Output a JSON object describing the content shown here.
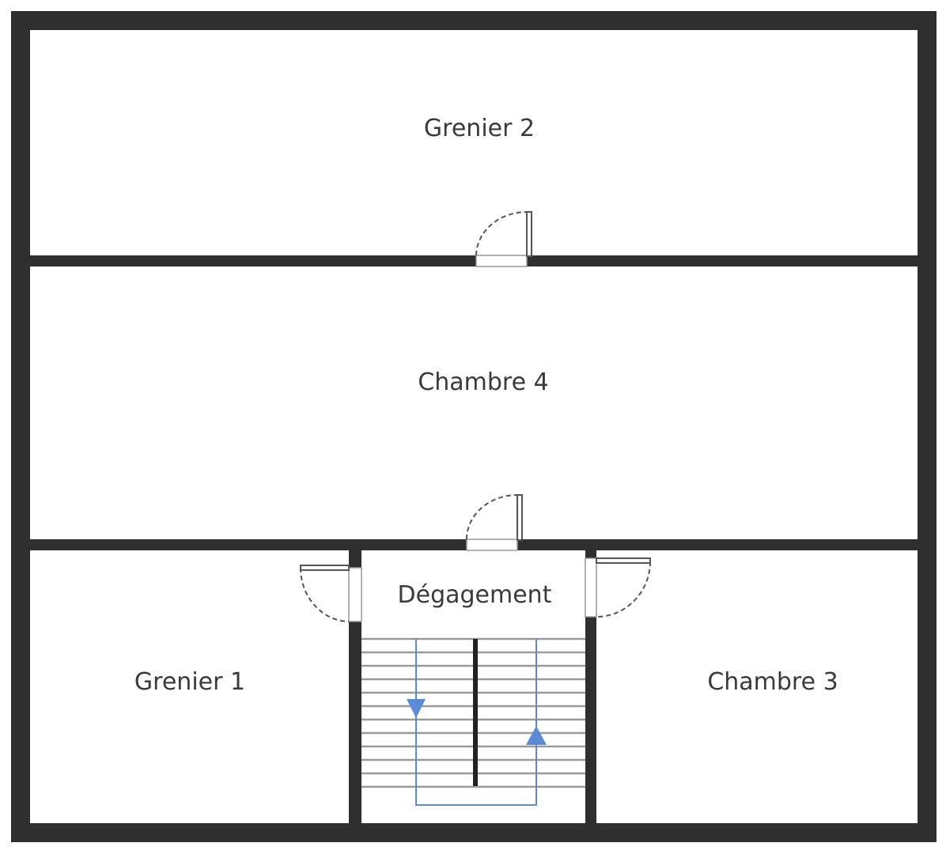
{
  "rooms": {
    "grenier2": "Grenier 2",
    "chambre4": "Chambre 4",
    "degagement": "Dégagement",
    "grenier1": "Grenier 1",
    "chambre3": "Chambre 3"
  },
  "colors": {
    "wall": "#2f2f2f",
    "stair_arrow": "#5b8bd6",
    "door_outline": "#555555"
  }
}
